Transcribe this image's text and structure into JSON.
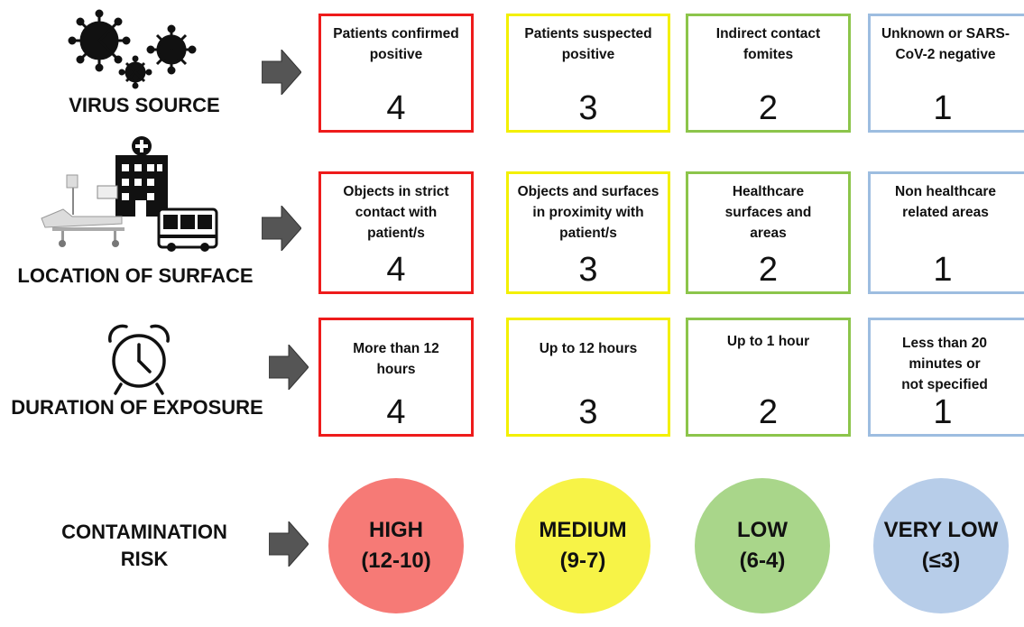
{
  "colors": {
    "high": "#ee1b1b",
    "medium": "#f3f000",
    "low": "#8cc54b",
    "very_low": "#9dbde0",
    "high_fill": "#f67a76",
    "medium_fill": "#f7f347",
    "low_fill": "#a9d68a",
    "very_low_fill": "#b7cde9",
    "arrow": "#555555"
  },
  "rows": [
    {
      "label": "VIRUS SOURCE",
      "icon": "virus-icon",
      "boxes": [
        {
          "desc": "Patients confirmed positive",
          "score": "4"
        },
        {
          "desc": "Patients suspected positive",
          "score": "3"
        },
        {
          "desc": "Indirect contact fomites",
          "score": "2"
        },
        {
          "desc": "Unknown or SARS-CoV-2 negative",
          "score": "1"
        }
      ]
    },
    {
      "label": "LOCATION OF SURFACE",
      "icon": "hospital-bed-building-bus-icon",
      "boxes": [
        {
          "desc": "Objects in strict contact with patient/s",
          "score": "4"
        },
        {
          "desc": "Objects and surfaces in proximity with patient/s",
          "score": "3"
        },
        {
          "desc": "Healthcare surfaces and areas",
          "score": "2"
        },
        {
          "desc": "Non healthcare related areas",
          "score": "1"
        }
      ]
    },
    {
      "label": "DURATION OF EXPOSURE",
      "icon": "alarm-clock-icon",
      "boxes": [
        {
          "desc": "More than 12 hours",
          "score": "4"
        },
        {
          "desc": "Up to 12 hours",
          "score": "3"
        },
        {
          "desc": "Up to 1 hour",
          "score": "2"
        },
        {
          "desc": "Less than 20 minutes or not specified",
          "score": "1"
        }
      ]
    }
  ],
  "risk": {
    "label_line1": "CONTAMINATION",
    "label_line2": "RISK",
    "levels": [
      {
        "name": "HIGH",
        "range": "(12-10)"
      },
      {
        "name": "MEDIUM",
        "range": "(9-7)"
      },
      {
        "name": "LOW",
        "range": "(6-4)"
      },
      {
        "name": "VERY LOW",
        "range": "(≤3)"
      }
    ]
  }
}
